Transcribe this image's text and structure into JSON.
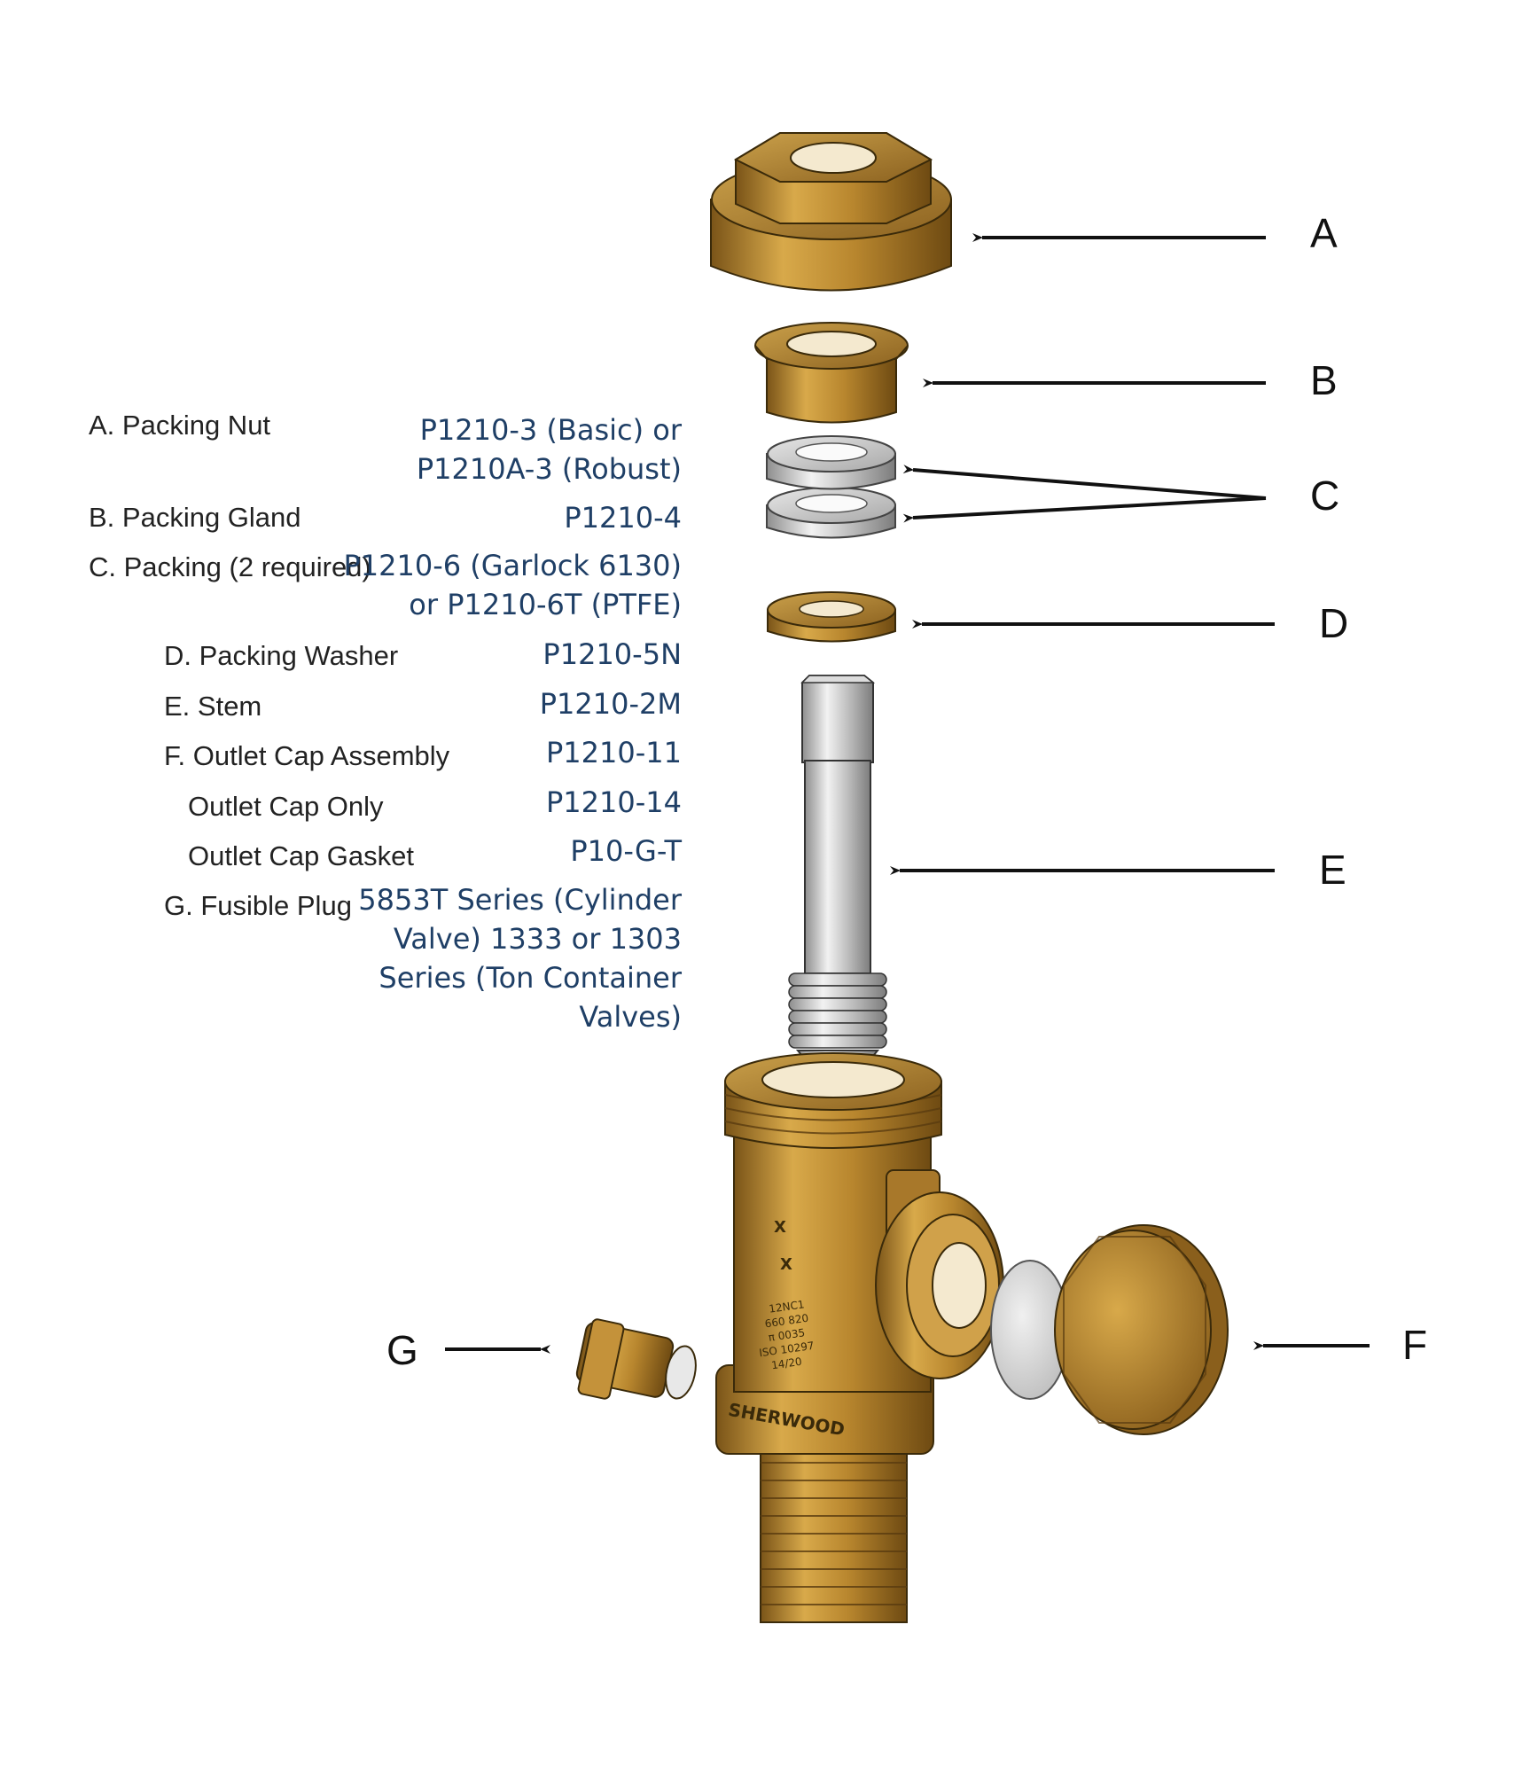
{
  "parts": {
    "a": {
      "name": "A. Packing Nut",
      "number_lines": [
        "P1210-3 (Basic) or",
        "P1210A-3 (Robust)"
      ]
    },
    "b": {
      "name": "B. Packing Gland",
      "number_lines": [
        "P1210-4"
      ]
    },
    "c": {
      "name": "C. Packing (2 required)",
      "number_lines": [
        "P1210-6 (Garlock 6130)",
        "or P1210-6T (PTFE)"
      ]
    },
    "d": {
      "name": "D. Packing Washer",
      "number_lines": [
        "P1210-5N"
      ]
    },
    "e": {
      "name": "E. Stem",
      "number_lines": [
        "P1210-2M"
      ]
    },
    "f": {
      "name": "F. Outlet Cap Assembly",
      "number_lines": [
        "P1210-11"
      ]
    },
    "f_cap": {
      "name": "Outlet Cap Only",
      "number_lines": [
        "P1210-14"
      ]
    },
    "f_gasket": {
      "name": "Outlet Cap Gasket",
      "number_lines": [
        "P10-G-T"
      ]
    },
    "g": {
      "name": "G. Fusible Plug",
      "number_lines": [
        "5853T Series (Cylinder",
        "Valve) 1333 or 1303",
        "Series (Ton Container",
        "Valves)"
      ]
    }
  },
  "callouts": {
    "a": "A",
    "b": "B",
    "c": "C",
    "d": "D",
    "e": "E",
    "f": "F",
    "g": "G"
  },
  "body_markings": {
    "x1": "X",
    "x2": "X",
    "lines": [
      "12NC1",
      "660 820",
      "π   0035",
      "ISO 10297",
      "14/20"
    ],
    "brand": "SHERWOOD"
  },
  "colors": {
    "brass_light": "#d8a94a",
    "brass_mid": "#b8862e",
    "brass_dark": "#7a5418",
    "steel_light": "#e6e6e6",
    "steel_dark": "#8e8e8e",
    "part_number_text": "#1f3f66",
    "label_text": "#222222"
  }
}
